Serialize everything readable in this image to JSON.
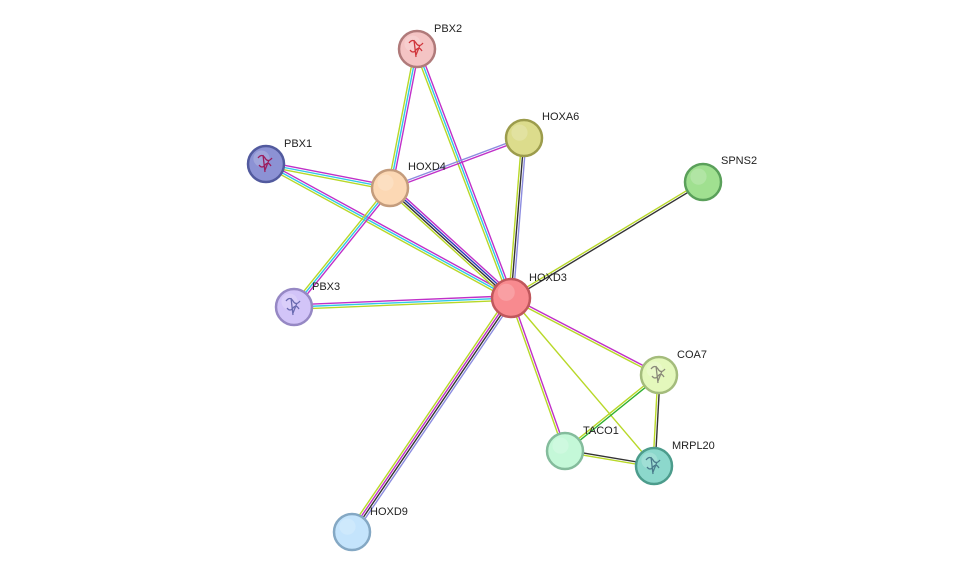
{
  "nodes": [
    {
      "id": "HOXD3",
      "label": "HOXD3",
      "fill": "#f88a8f",
      "stroke": "#c0575c",
      "structure": false
    },
    {
      "id": "PBX2",
      "label": "PBX2",
      "fill": "#f4c4c4",
      "stroke": "#b07a7a",
      "structure": true,
      "structure_color": "#d0363c"
    },
    {
      "id": "HOXA6",
      "label": "HOXA6",
      "fill": "#dcdc8c",
      "stroke": "#9c9c4c",
      "structure": false
    },
    {
      "id": "SPNS2",
      "label": "SPNS2",
      "fill": "#a0e090",
      "stroke": "#5aa05a",
      "structure": false
    },
    {
      "id": "PBX1",
      "label": "PBX1",
      "fill": "#8c92d4",
      "stroke": "#525a9e",
      "structure": true,
      "structure_color": "#9c1c5c"
    },
    {
      "id": "HOXD4",
      "label": "HOXD4",
      "fill": "#fcd8b4",
      "stroke": "#c49c7c",
      "structure": false
    },
    {
      "id": "PBX3",
      "label": "PBX3",
      "fill": "#d2c4f8",
      "stroke": "#9688c4",
      "structure": true,
      "structure_color": "#6a6ab0"
    },
    {
      "id": "COA7",
      "label": "COA7",
      "fill": "#e4f8bc",
      "stroke": "#a4bc7c",
      "structure": true,
      "structure_color": "#8a8a7a"
    },
    {
      "id": "TACO1",
      "label": "TACO1",
      "fill": "#c4f8d8",
      "stroke": "#84bc9c",
      "structure": false
    },
    {
      "id": "MRPL20",
      "label": "MRPL20",
      "fill": "#8cd8cc",
      "stroke": "#4c9c8c",
      "structure": true,
      "structure_color": "#4a7c8c"
    },
    {
      "id": "HOXD9",
      "label": "HOXD9",
      "fill": "#c4e4fc",
      "stroke": "#84a8c4",
      "structure": false
    }
  ],
  "edges": [
    {
      "source": "PBX2",
      "target": "HOXD4",
      "colors": [
        "#c030c8",
        "#30c8e8",
        "#b8d828"
      ]
    },
    {
      "source": "PBX2",
      "target": "HOXD3",
      "colors": [
        "#c030c8",
        "#30c8e8",
        "#b8d828"
      ]
    },
    {
      "source": "PBX1",
      "target": "HOXD4",
      "colors": [
        "#c030c8",
        "#30c8e8",
        "#b8d828"
      ]
    },
    {
      "source": "PBX1",
      "target": "HOXD3",
      "colors": [
        "#c030c8",
        "#30c8e8",
        "#b8d828"
      ]
    },
    {
      "source": "HOXA6",
      "target": "HOXD4",
      "colors": [
        "#c030c8",
        "#8c8ce0"
      ]
    },
    {
      "source": "HOXA6",
      "target": "HOXD3",
      "colors": [
        "#8c8ce0",
        "#333333",
        "#b8d828"
      ]
    },
    {
      "source": "HOXD4",
      "target": "HOXD3",
      "colors": [
        "#c030c8",
        "#2a3ab8",
        "#333333",
        "#b8d828"
      ]
    },
    {
      "source": "HOXD4",
      "target": "PBX3",
      "colors": [
        "#c030c8",
        "#30c8e8",
        "#b8d828"
      ]
    },
    {
      "source": "PBX3",
      "target": "HOXD3",
      "colors": [
        "#c030c8",
        "#30c8e8",
        "#b8d828"
      ]
    },
    {
      "source": "SPNS2",
      "target": "HOXD3",
      "colors": [
        "#333333",
        "#b8d828"
      ]
    },
    {
      "source": "HOXD3",
      "target": "COA7",
      "colors": [
        "#c030c8",
        "#b8d828"
      ]
    },
    {
      "source": "HOXD3",
      "target": "TACO1",
      "colors": [
        "#c030c8",
        "#b8d828"
      ]
    },
    {
      "source": "HOXD3",
      "target": "MRPL20",
      "colors": [
        "#b8d828"
      ]
    },
    {
      "source": "HOXD3",
      "target": "HOXD9",
      "colors": [
        "#8c8ce0",
        "#333333",
        "#c030c8",
        "#b8d828"
      ]
    },
    {
      "source": "COA7",
      "target": "TACO1",
      "colors": [
        "#30b030",
        "#b8d828"
      ]
    },
    {
      "source": "COA7",
      "target": "MRPL20",
      "colors": [
        "#333333",
        "#b8d828"
      ]
    },
    {
      "source": "TACO1",
      "target": "MRPL20",
      "colors": [
        "#333333",
        "#b8d828"
      ]
    }
  ]
}
